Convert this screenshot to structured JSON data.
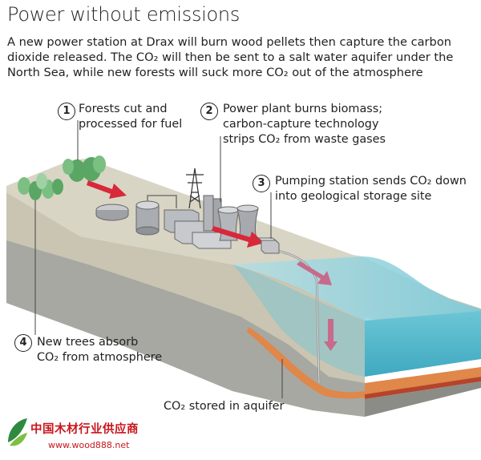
{
  "title": "Power without emissions",
  "intro_lines": [
    "A new power station at Drax will burn wood pellets then capture the carbon",
    "dioxide released. The CO₂ will then be sent to a salt water aquifer under the",
    "North Sea, while new forests will suck more CO₂ out of the atmosphere"
  ],
  "steps": [
    {
      "number": "1",
      "lines": [
        "Forests cut and",
        "processed for fuel"
      ]
    },
    {
      "number": "2",
      "lines": [
        "Power plant burns biomass;",
        "carbon-capture technology",
        "strips CO₂ from waste gases"
      ]
    },
    {
      "number": "3",
      "lines": [
        "Pumping station sends CO₂ down",
        "into geological storage site"
      ]
    },
    {
      "number": "4",
      "lines": [
        "New trees absorb",
        "CO₂ from atmosphere"
      ]
    }
  ],
  "aquifer_label": "CO₂ stored in aquifer",
  "watermark": {
    "chinese": "中国木材行业供应商",
    "url": "www.wood888.net"
  },
  "colors": {
    "land_top": "#d9d6c6",
    "land_side": "#c5c1ae",
    "rock": "#a8a9a3",
    "sea_top": "#8ed0dd",
    "sea_side": "#5cb9cc",
    "aquifer": "#e0874a",
    "aquifer_dark": "#b4452a",
    "arrow_red": "#d8283a",
    "arrow_pink": "#c76a8c",
    "tree_green": "#5aa765",
    "watermark_red": "#c8161d"
  }
}
